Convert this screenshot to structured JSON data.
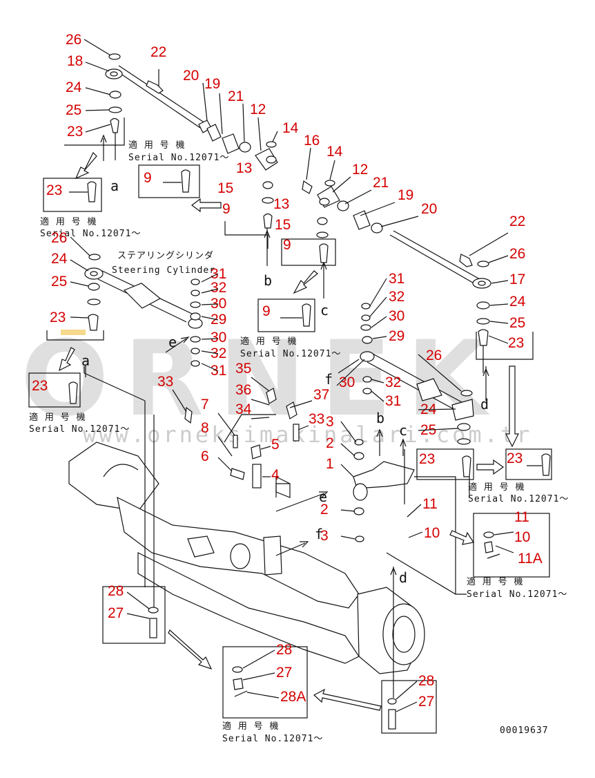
{
  "diagram": {
    "drawing_number": "00019637",
    "applicability_jp": "適 用 号 機",
    "serial_text": "Serial No.12071～",
    "steering_cylinder_jp": "ステアリングシリンダ",
    "steering_cylinder_en": "Steering Cylinder",
    "watermark": "ORNEK",
    "watermark_url": "www.orneksimakinalari.com.tr",
    "ref_letters": {
      "a": "a",
      "b": "b",
      "c": "c",
      "d": "d",
      "e": "e",
      "f": "f"
    },
    "callouts": {
      "n1": "1",
      "n2": "2",
      "n3": "3",
      "n4": "4",
      "n5": "5",
      "n6": "6",
      "n7": "7",
      "n8": "8",
      "n9": "9",
      "n10": "10",
      "n11": "11",
      "n11a": "11A",
      "n12": "12",
      "n13": "13",
      "n14": "14",
      "n15": "15",
      "n16": "16",
      "n17": "17",
      "n18": "18",
      "n19": "19",
      "n20": "20",
      "n21": "21",
      "n22": "22",
      "n23": "23",
      "n24": "24",
      "n25": "25",
      "n26": "26",
      "n27": "27",
      "n28": "28",
      "n28a": "28A",
      "n29": "29",
      "n30": "30",
      "n31": "31",
      "n32": "32",
      "n33": "33",
      "n34": "34",
      "n35": "35",
      "n36": "36",
      "n37": "37"
    },
    "colors": {
      "callout": "#d40000",
      "line": "#111111",
      "watermark": "#9a9a9a"
    }
  }
}
